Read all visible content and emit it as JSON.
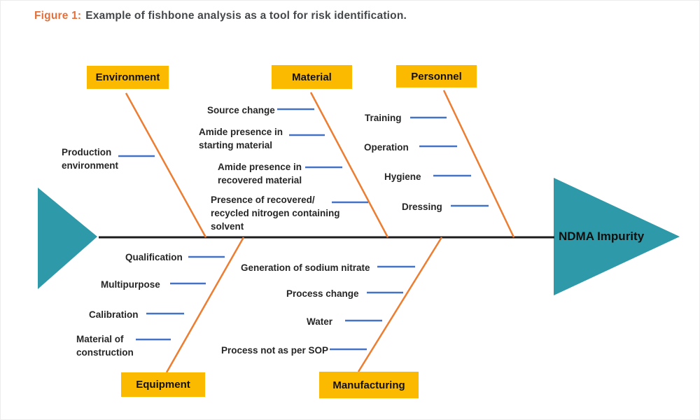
{
  "figure_caption": {
    "prefix": "Figure 1:",
    "text": "Example of fishbone analysis as a tool for risk identification."
  },
  "effect_label": "NDMA Impurity",
  "colors": {
    "box_fill": "#FBBA00",
    "branch_line": "#ED7D31",
    "cause_tick": "#4472C4",
    "arrow_fill": "#2E99A8",
    "spine": "#1C1C1C",
    "caption_accent": "#E4713B"
  },
  "diagram": {
    "type": "fishbone",
    "branches": [
      {
        "label": "Environment",
        "position": "top",
        "causes": [
          "Production\nenvironment"
        ]
      },
      {
        "label": "Material",
        "position": "top",
        "causes": [
          "Source change",
          "Amide presence in\nstarting material",
          "Amide presence in\nrecovered material",
          "Presence of recovered/\nrecycled nitrogen  containing\nsolvent"
        ]
      },
      {
        "label": "Personnel",
        "position": "top",
        "causes": [
          "Training",
          "Operation",
          "Hygiene",
          "Dressing"
        ]
      },
      {
        "label": "Equipment",
        "position": "bottom",
        "causes": [
          "Qualification",
          "Multipurpose",
          "Calibration",
          "Material of\nconstruction"
        ]
      },
      {
        "label": "Manufacturing",
        "position": "bottom",
        "causes": [
          "Generation of sodium nitrate",
          "Process change",
          "Water",
          "Process not as per SOP"
        ]
      }
    ]
  }
}
